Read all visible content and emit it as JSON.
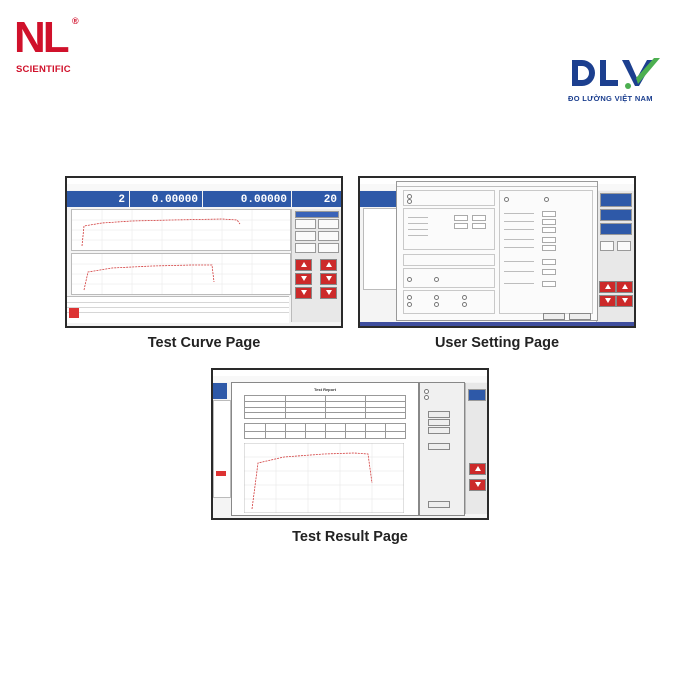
{
  "brand_left": {
    "mark": "NL",
    "registered": "®",
    "name": "SCIENTIFIC",
    "color": "#d0112b"
  },
  "brand_right": {
    "mark": "DLV",
    "name": "ĐO LƯỜNG VIỆT NAM",
    "color": "#1c3f8f",
    "accent": "#4caf50"
  },
  "panels": [
    {
      "caption": "Test Curve Page",
      "readouts": [
        "2",
        "0.00000",
        "0.00000",
        "20"
      ]
    },
    {
      "caption": "User Setting Page"
    },
    {
      "caption": "Test Result Page",
      "report_title": "Test Report"
    }
  ]
}
